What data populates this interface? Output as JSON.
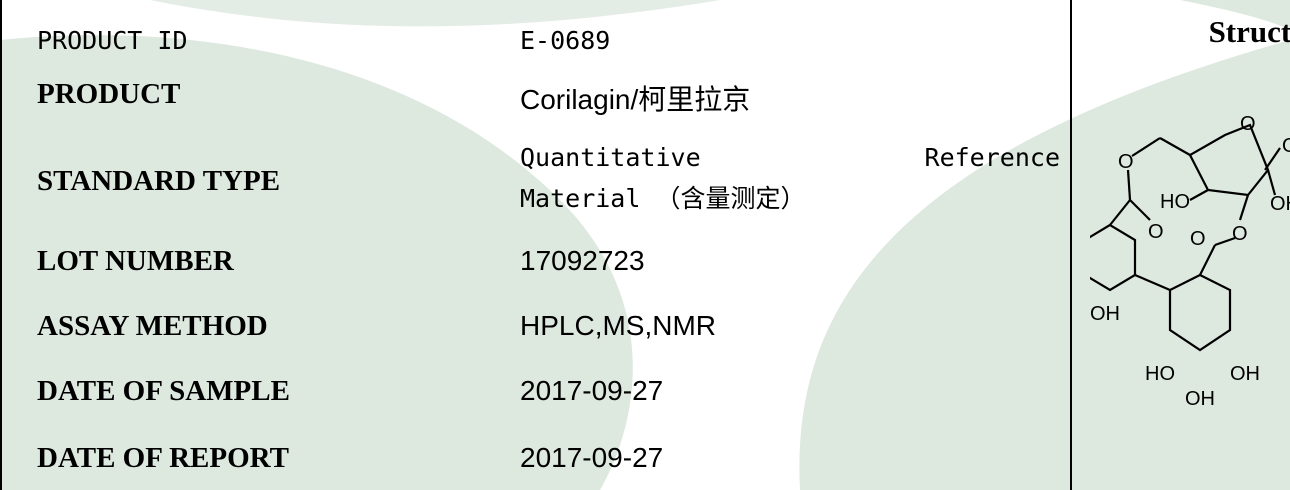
{
  "rows": [
    {
      "label": "PRODUCT ID",
      "value": "E-0689"
    },
    {
      "label": "PRODUCT",
      "value": "Corilagin/柯里拉京"
    },
    {
      "label": "STANDARD TYPE",
      "value_line1_a": "Quantitative",
      "value_line1_b": "Reference",
      "value_line2": "Material （含量测定）"
    },
    {
      "label": "LOT NUMBER",
      "value": "17092723"
    },
    {
      "label": "ASSAY METHOD",
      "value": "HPLC,MS,NMR"
    },
    {
      "label": "DATE OF SAMPLE",
      "value": "2017-09-27"
    },
    {
      "label": "DATE OF REPORT",
      "value": "2017-09-27"
    }
  ],
  "structure": {
    "title": "Structure",
    "atom_labels": {
      "oh": "OH",
      "ho": "HO",
      "o": "O"
    }
  },
  "colors": {
    "watermark": "#dde8df",
    "text": "#000000",
    "border": "#000000"
  }
}
